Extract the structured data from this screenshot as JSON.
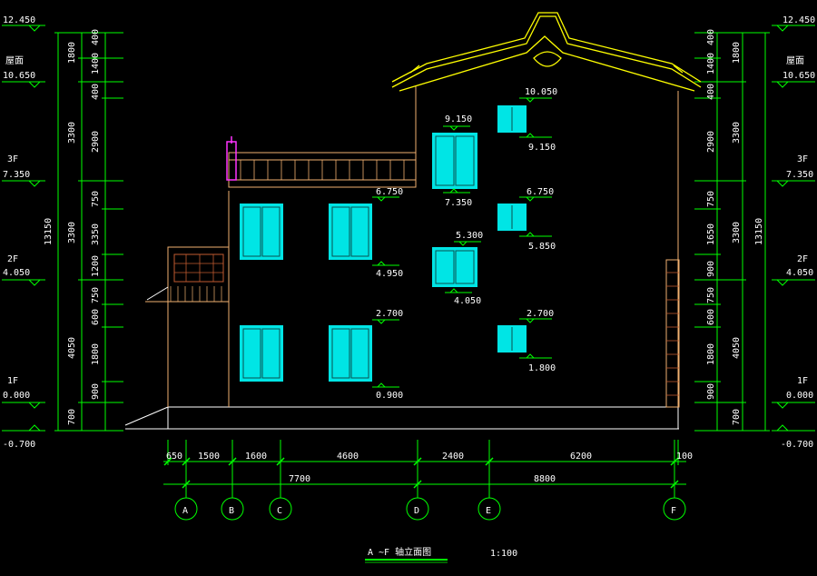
{
  "levels": {
    "l_12_450": "12.450",
    "roof_label": "屋面",
    "l_10_650": "10.650",
    "f3_label": "3F",
    "l_7_350": "7.350",
    "f2_label": "2F",
    "l_4_050": "4.050",
    "f1_label": "1F",
    "l_0_000": "0.000",
    "l_neg_0_700": "-0.700"
  },
  "right_levels": {
    "roof_label": "屋面"
  },
  "dims_outer": [
    "1800",
    "3300",
    "3300",
    "4050",
    "700"
  ],
  "dims_inner": [
    "400",
    "1400",
    "400",
    "2900",
    "750",
    "1650",
    "900",
    "750",
    "600",
    "1800",
    "900"
  ],
  "dims_left_inner": [
    "400",
    "1400",
    "400",
    "2900",
    "750",
    "3350",
    "1200",
    "750",
    "600",
    "1800",
    "900"
  ],
  "total_height": "13150",
  "window_marks": {
    "w1_top": "6.750",
    "w1_bot": "4.950",
    "w2_top": "2.700",
    "w2_bot": "0.900",
    "w3_top": "9.150",
    "w3_bot": "7.350",
    "w4_top": "5.300",
    "w4_bot": "4.050",
    "w5_top": "10.050",
    "w5_bot": "9.150",
    "w6_top": "6.750",
    "w6_bot": "5.850",
    "w7_top": "2.700",
    "w7_bot": "1.800"
  },
  "bottom_dims": [
    "650",
    "1500",
    "1600",
    "4600",
    "2400",
    "6200",
    "100"
  ],
  "bottom_totals": [
    "7700",
    "8800"
  ],
  "axes": [
    "A",
    "B",
    "C",
    "D",
    "E",
    "F"
  ],
  "title": "A ~F 轴立面图",
  "scale": "1:100"
}
